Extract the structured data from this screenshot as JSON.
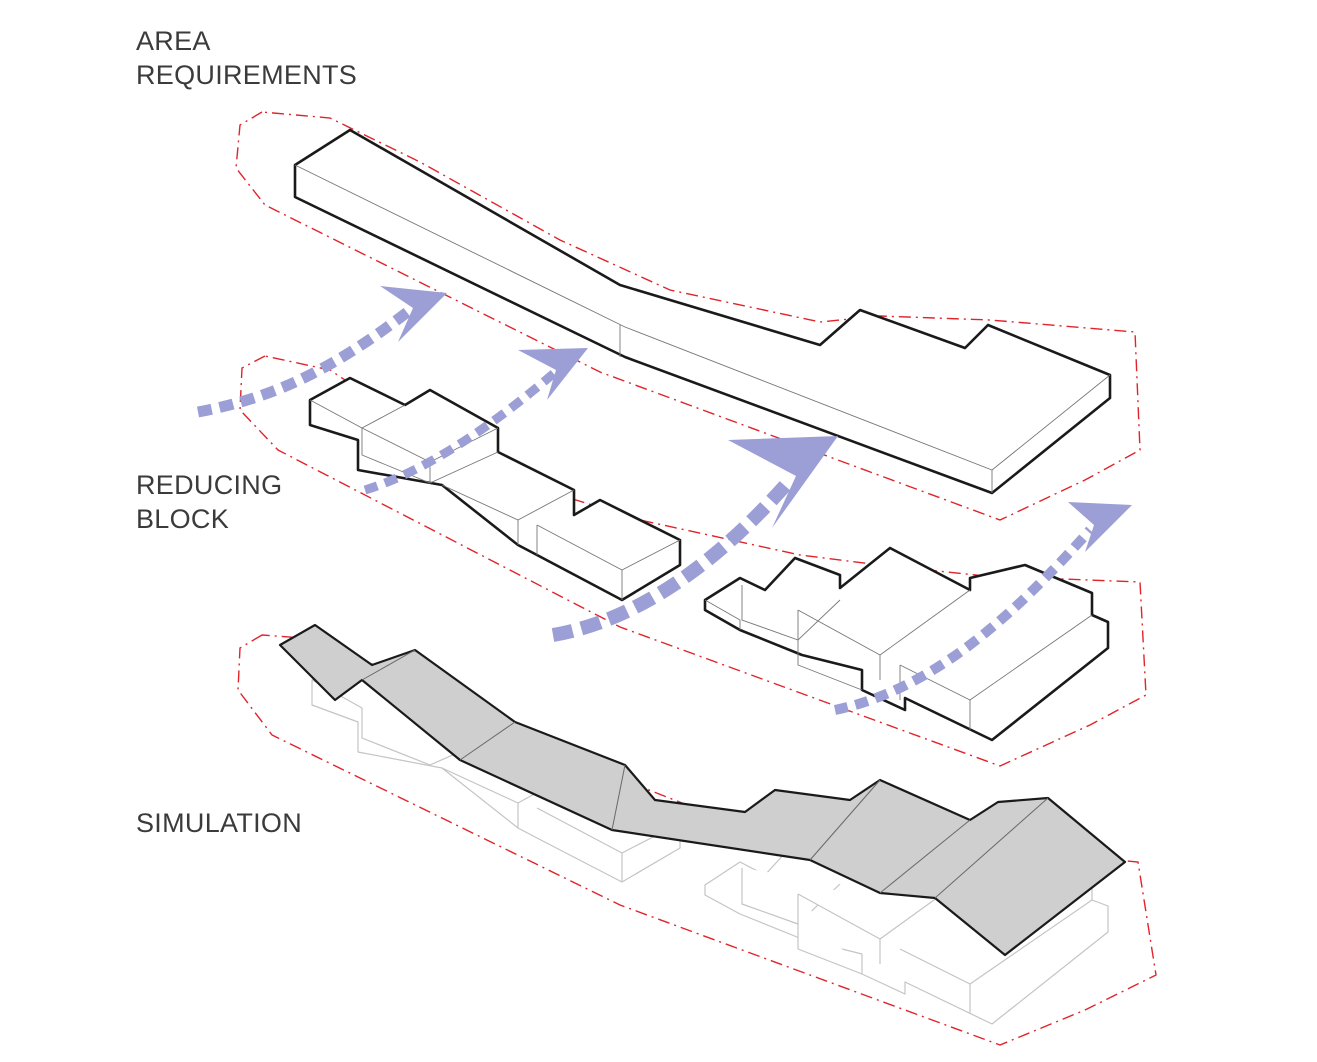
{
  "diagram": {
    "labels": {
      "area_requirements": [
        "AREA",
        "REQUIREMENTS"
      ],
      "reducing_block": [
        "REDUCING",
        "BLOCK"
      ],
      "simulation": "SIMULATION"
    },
    "colors": {
      "site_boundary": "#e0242a",
      "flow_arrows": "#9c9ed6",
      "roof_fill": "#cfcfcf",
      "outline": "#1a1a1a"
    }
  }
}
